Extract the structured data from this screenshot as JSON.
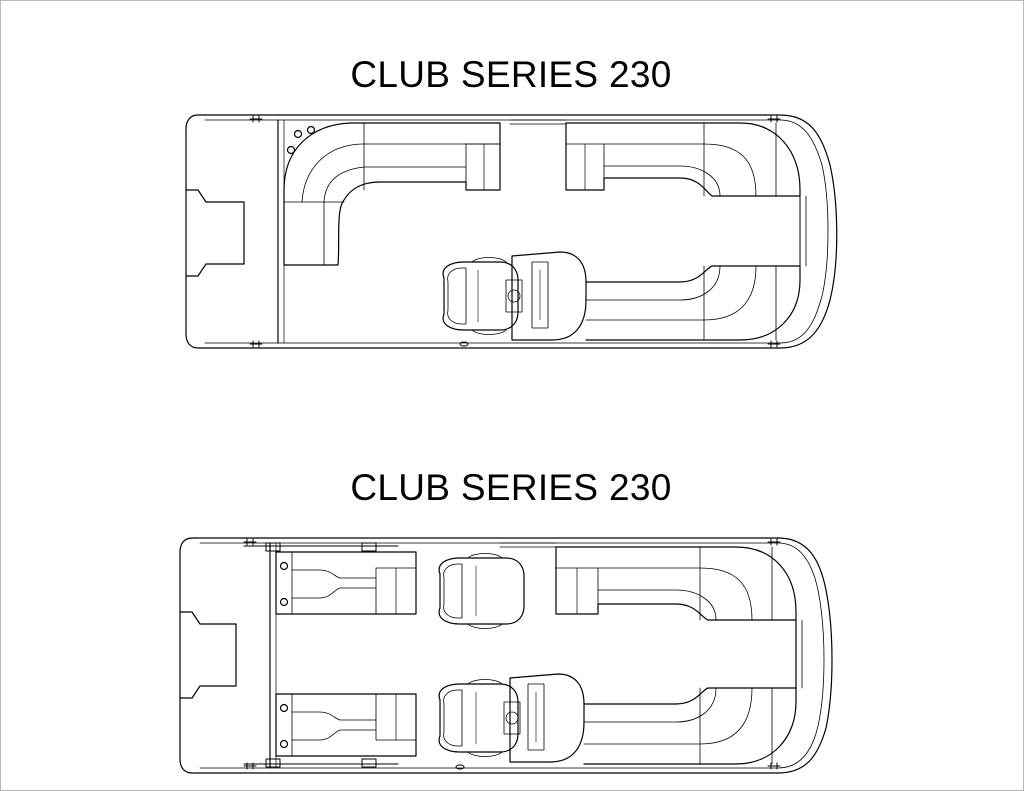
{
  "diagram": {
    "titles": [
      "CLUB SERIES 230",
      "CLUB SERIES 230"
    ],
    "layouts": [
      {
        "name": "layout-1",
        "line_color": "#000000"
      },
      {
        "name": "layout-2",
        "line_color": "#000000"
      }
    ]
  }
}
